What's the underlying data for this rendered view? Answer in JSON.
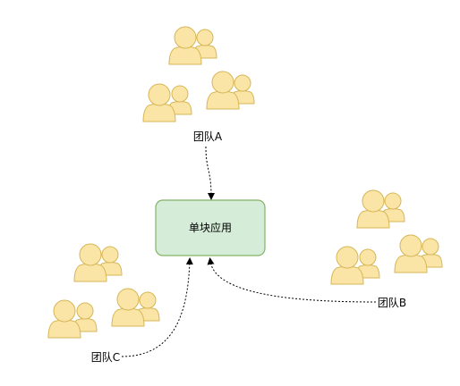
{
  "diagram": {
    "app_box": {
      "label": "单块应用",
      "fill": "#d5ecd9",
      "stroke": "#82b366"
    },
    "teams": [
      {
        "id": "a",
        "label": "团队A"
      },
      {
        "id": "b",
        "label": "团队B"
      },
      {
        "id": "c",
        "label": "团队C"
      }
    ],
    "person_fill": "#fbe5a6",
    "person_stroke": "#d6b656",
    "edge_color": "#000000"
  }
}
